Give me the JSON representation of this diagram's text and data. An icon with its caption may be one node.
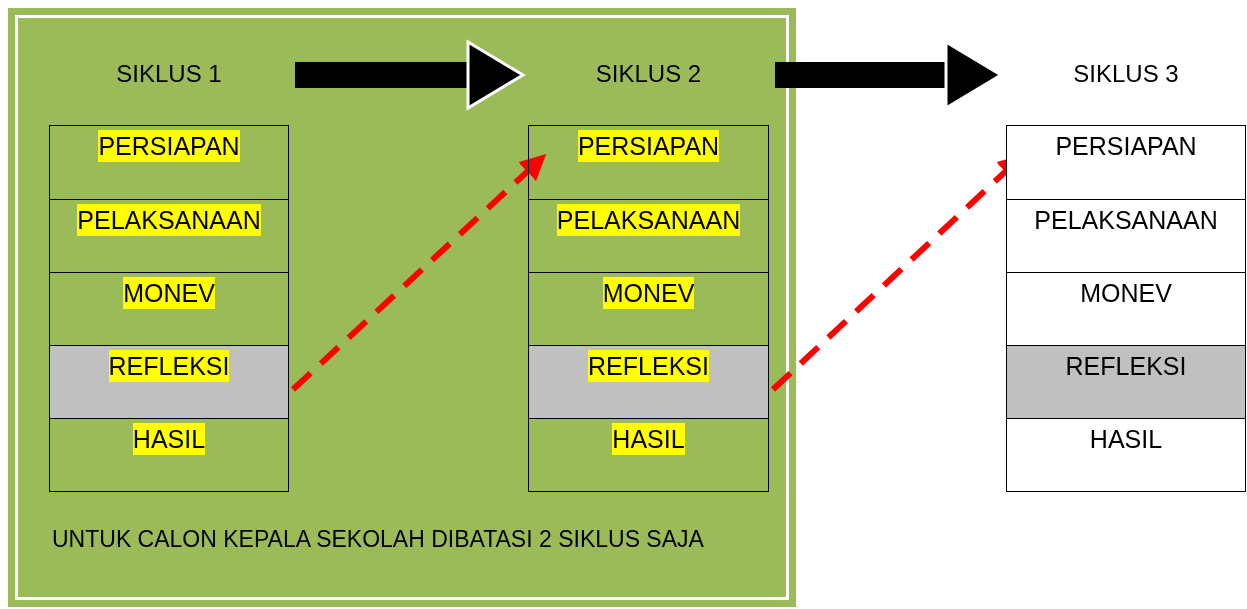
{
  "diagram": {
    "nodes": [
      {
        "text": [
          "UNTUK CALON KEPALA SEKOLAH DIBATASI 2 SIKLUS SAJA"
        ]
      },
      {
        "text": [
          "SIKLUS 1"
        ],
        "in": 0
      },
      {
        "text": [
          "PERSIAPAN"
        ],
        "in": 1
      },
      {
        "text": [
          "PELAKSANAAN"
        ],
        "in": 1
      },
      {
        "text": [
          "MONEV"
        ],
        "in": 1
      },
      {
        "text": [
          "REFLEKSI"
        ],
        "in": 1
      },
      {
        "text": [
          "HASIL"
        ],
        "in": 1
      },
      {
        "text": [
          "SIKLUS 2"
        ],
        "in": 0
      },
      {
        "text": [
          "PERSIAPAN"
        ],
        "in": 7
      },
      {
        "text": [
          "PELAKSANAAN"
        ],
        "in": 7
      },
      {
        "text": [
          "MONEV"
        ],
        "in": 7
      },
      {
        "text": [
          "REFLEKSI"
        ],
        "in": 7
      },
      {
        "text": [
          "HASIL"
        ],
        "in": 7
      },
      {
        "text": [
          "SIKLUS 3"
        ]
      },
      {
        "text": [
          "PERSIAPAN"
        ],
        "in": 13
      },
      {
        "text": [
          "PELAKSANAAN"
        ],
        "in": 13
      },
      {
        "text": [
          "MONEV"
        ],
        "in": 13
      },
      {
        "text": [
          "REFLEKSI"
        ],
        "in": 13
      },
      {
        "text": [
          "HASIL"
        ],
        "in": 13
      }
    ],
    "edges": [
      {
        "from": 1,
        "to": 7,
        "arrow": "to",
        "style": "thick"
      },
      {
        "from": 7,
        "to": 13,
        "arrow": "to",
        "style": "thick"
      },
      {
        "from": 5,
        "to": 8,
        "arrow": "to",
        "style": "dashed",
        "color": "#ff0000"
      },
      {
        "from": 11,
        "to": 14,
        "arrow": "to",
        "style": "dashed",
        "color": "#ff0000"
      }
    ]
  }
}
